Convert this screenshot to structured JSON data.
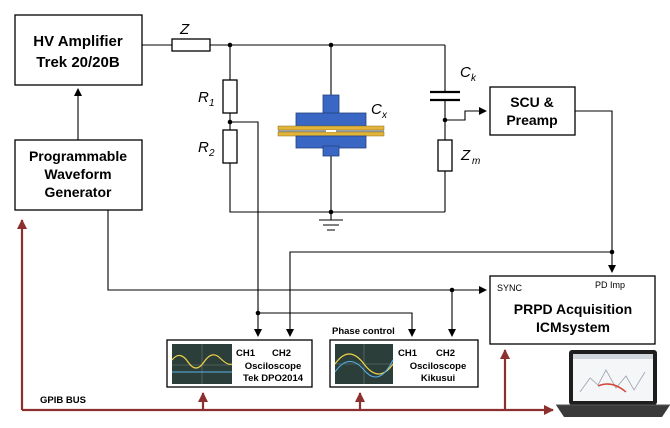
{
  "blocks": {
    "hv_amplifier": {
      "line1": "HV Amplifier",
      "line2": "Trek 20/20B"
    },
    "waveform_generator": {
      "line1": "Programmable",
      "line2": "Waveform",
      "line3": "Generator"
    },
    "scu": {
      "line1": "SCU &",
      "line2": "Preamp"
    },
    "prpd": {
      "line1": "PRPD Acquisition",
      "line2": "ICMsystem",
      "sync": "SYNC",
      "pd_imp": "PD Imp"
    },
    "osc_tek": {
      "ch1": "CH1",
      "ch2": "CH2",
      "line1": "Osciloscope",
      "line2": "Tek DPO2014"
    },
    "osc_kikusui": {
      "ch1": "CH1",
      "ch2": "CH2",
      "line1": "Osciloscope",
      "line2": "Kikusui"
    }
  },
  "components": {
    "z": "Z",
    "r1_main": "R",
    "r1_sub": "1",
    "r2_main": "R",
    "r2_sub": "2",
    "cx_main": "C",
    "cx_sub": "x",
    "ck_main": "C",
    "ck_sub": "k",
    "zm_main": "Z",
    "zm_sub": "m"
  },
  "labels": {
    "phase_control": "Phase control",
    "gpib_bus": "GPIB BUS"
  },
  "colors": {
    "bus": "#8b2f2f",
    "sample_blue": "#3a66c4",
    "sample_gold": "#e3b43a",
    "scope_bg": "#2c3e3a"
  }
}
